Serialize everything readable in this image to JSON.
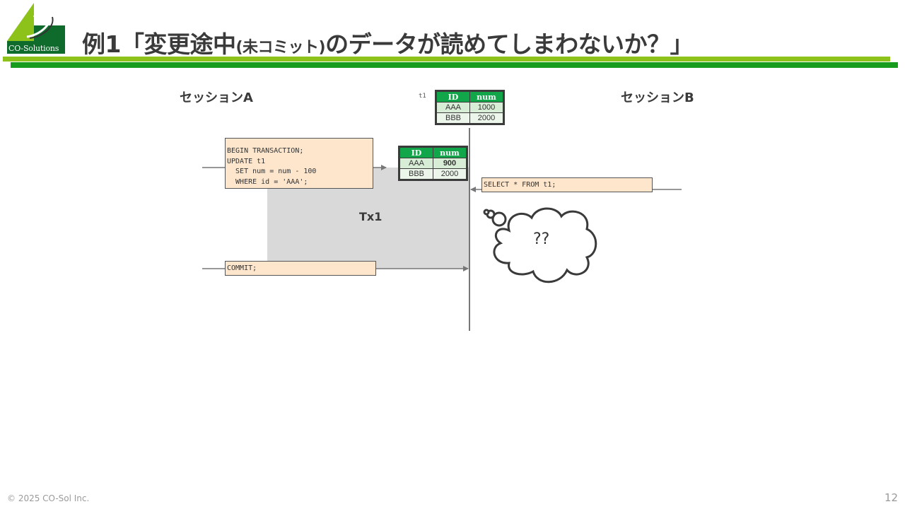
{
  "header": {
    "logo_text": "CO-Solutions",
    "title_part1": "例1「変更途中",
    "title_small": "(未コミット)",
    "title_part2": "のデータが読めてしまわないか？」"
  },
  "colors": {
    "accent_light": "#8cc21a",
    "accent_dark": "#179c1d",
    "table_header": "#11a64a",
    "highlight": "#c00000",
    "code_bg": "#fde6cb"
  },
  "session_a": {
    "label": "セッションA"
  },
  "session_b": {
    "label": "セッションB"
  },
  "table_initial": {
    "name": "t1",
    "headers": [
      "ID",
      "num"
    ],
    "rows": [
      [
        "AAA",
        "1000"
      ],
      [
        "BBB",
        "2000"
      ]
    ]
  },
  "table_updated": {
    "headers": [
      "ID",
      "num"
    ],
    "rows": [
      [
        "AAA",
        "900"
      ],
      [
        "BBB",
        "2000"
      ]
    ]
  },
  "code_update": "BEGIN TRANSACTION;\nUPDATE t1\n  SET num = num - 100\n  WHERE id = 'AAA';",
  "code_select": "SELECT * FROM t1;",
  "code_commit": "COMMIT;",
  "tx_label": "Tx1",
  "thought": "??",
  "footer": {
    "copyright": "© 2025 CO-Sol Inc.",
    "page_number": "12"
  }
}
